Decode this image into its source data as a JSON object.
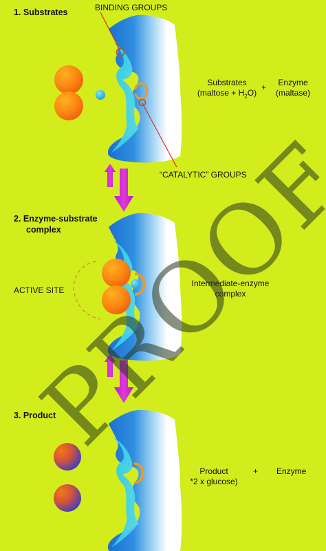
{
  "steps": {
    "one": "1. Substrates",
    "two_line1": "2. Enzyme-substrate",
    "two_line2": "complex",
    "three": "3. Product"
  },
  "labels": {
    "binding_groups": "BINDING GROUPS",
    "catalytic_groups": "“CATALYTIC” GROUPS",
    "active_site": "ACTIVE SITE"
  },
  "panel1": {
    "substrates_line1": "Substrates",
    "substrates_line2_pre": "(maltose + H",
    "substrates_line2_sub": "2",
    "substrates_line2_post": "O)",
    "plus": "+",
    "enzyme_line1": "Enzyme",
    "enzyme_line2": "(maltase)"
  },
  "panel2": {
    "line1": "Intermediate-enzyme",
    "line2": "complex"
  },
  "panel3": {
    "product_line1": "Product",
    "product_line2": "*2 x glucose)",
    "plus": "+",
    "enzyme": "Enzyme"
  },
  "watermark": "PROOF",
  "colors": {
    "background": "#d3ec1c",
    "enzyme_blue": "#1b6fd0",
    "pocket_cyan": "#32c3e8",
    "substrate_orange": "#f57f10",
    "product_orange": "#f06d21",
    "product_blue": "#2d3fd0",
    "catalytic_ring": "#f09a20",
    "arrow_magenta": "#d82ad0",
    "pointer_line": "#d8311f"
  }
}
